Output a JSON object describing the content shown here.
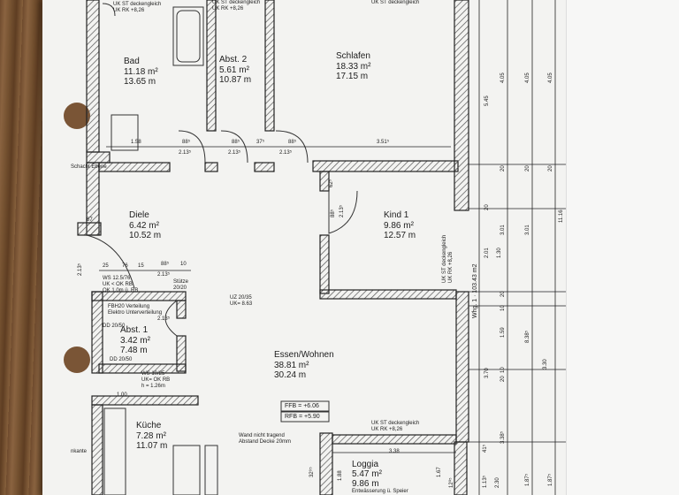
{
  "rooms": {
    "bad": {
      "name": "Bad",
      "area": "11.18 m²",
      "perimeter": "13.65 m"
    },
    "abst2": {
      "name": "Abst. 2",
      "area": "5.61 m²",
      "perimeter": "10.87 m"
    },
    "schlafen": {
      "name": "Schlafen",
      "area": "18.33 m²",
      "perimeter": "17.15 m"
    },
    "diele": {
      "name": "Diele",
      "area": "6.42 m²",
      "perimeter": "10.52 m"
    },
    "kind1": {
      "name": "Kind 1",
      "area": "9.86 m²",
      "perimeter": "12.57 m"
    },
    "abst1": {
      "name": "Abst. 1",
      "area": "3.42 m²",
      "perimeter": "7.48 m"
    },
    "essen": {
      "name": "Essen/Wohnen",
      "area": "38.81 m²",
      "perimeter": "30.24 m"
    },
    "kueche": {
      "name": "Küche",
      "area": "7.28 m²",
      "perimeter": "11.07 m"
    },
    "loggia": {
      "name": "Loggia",
      "area": "5.47 m²",
      "perimeter": "9.86 m",
      "note": "Entwässerung ü. Speier"
    }
  },
  "notes": {
    "ukst": "UK ST deckengleich",
    "ukrk": "UK RK +8,26",
    "fbh": "FBH20 Verteilung",
    "elektro": "Elektro Unterverteilung",
    "dd2050": "DD 20/50",
    "ws": "WS 12.5/76",
    "ukok": "UK < OK RB",
    "ok": "OK 1.0m ü. RB",
    "stuetze": "Stütze",
    "stuetze_dim": "20/20",
    "uz": "UZ 20/35",
    "uzuk": "UK= 8.63",
    "ws2": "WS 10/25",
    "ws2b": "UK= OK RB",
    "ws2c": "h = 1.26m",
    "ffb": "FFB = +6.06",
    "rfb": "RFB = +5.90",
    "wand1": "Wand nicht tragend",
    "wand2": "Abstand Decke 20mm",
    "schacht": "Schacht Ebene",
    "nkante": "nkante",
    "whg": "Whg. 1 · 103.43 m2"
  },
  "dims": {
    "d158": "1.58",
    "d88a": "88⁵",
    "d213a": "2.13⁵",
    "d88b": "88⁵",
    "d213b": "2.13⁵",
    "d37": "37⁵",
    "d88c": "88⁵",
    "d213c": "2.13⁵",
    "d351": "3.51⁵",
    "d62": "62⁵",
    "d88d": "88⁵",
    "d213d": "2.13⁵",
    "d87": "87",
    "d25": "25",
    "d76": "76",
    "d15": "15",
    "d88e": "88⁵",
    "d10": "10",
    "d213e": "2.13⁵",
    "d213f": "2.13⁵",
    "d88f": "88⁵",
    "d213g": "2.13⁵",
    "d100": "1.00",
    "d338": "3.38",
    "d188": "1.88",
    "d167": "1.67",
    "d3295": "32⁹⁵",
    "d1205": "12⁰⁵"
  },
  "chain": {
    "c1": [
      "5.45",
      "20",
      "2.01",
      "1.30",
      "20",
      "10",
      "1.59",
      "10",
      "3.70",
      "20",
      "41⁵",
      "1.13⁵"
    ],
    "c2": [
      "4.05",
      "20",
      "3.01",
      "20",
      "1.59",
      "10",
      "3.30",
      "2.30",
      "3.38⁵"
    ],
    "c3": [
      "4.05",
      "20",
      "3.01",
      "8.38⁵",
      "3.30",
      "1.87⁵"
    ],
    "c4": [
      "4.05",
      "11.16",
      "20",
      "1.87⁵"
    ]
  },
  "colors": {
    "wall": "#222222",
    "hatch": "#555555",
    "paper": "#f3f3f1",
    "wood": "#7a5536"
  }
}
